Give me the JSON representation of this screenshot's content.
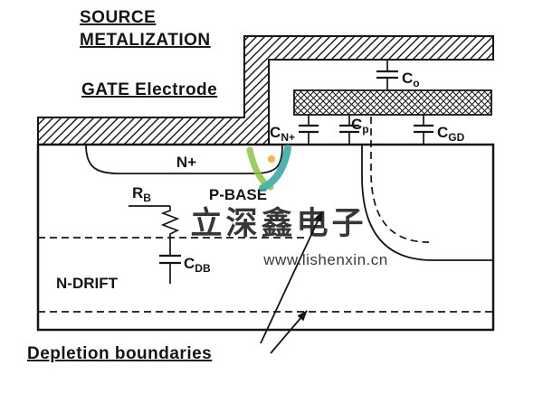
{
  "labels": {
    "source_line1": "SOURCE",
    "source_line2": "METALIZATION",
    "gate_electrode": "GATE Electrode",
    "n_plus_region": "N+",
    "p_base_region": "P-BASE",
    "n_drift_region": "N-DRIFT",
    "depletion_boundaries": "Depletion boundaries"
  },
  "components": {
    "rb": {
      "main": "R",
      "sub": "B"
    },
    "co": {
      "main": "C",
      "sub": "o"
    },
    "cn_plus": {
      "main": "C",
      "sub": "N+"
    },
    "cp": {
      "main": "C",
      "sub": "p"
    },
    "cgd": {
      "main": "C",
      "sub": "GD"
    },
    "cdb": {
      "main": "C",
      "sub": "DB"
    }
  },
  "watermark": {
    "text": "立深鑫电子",
    "url": "www.lishenxin.cn",
    "color": "#2fa79e",
    "logo_green": "#8dc63f",
    "logo_teal": "#2fa79e",
    "logo_orange": "#f7a71c"
  },
  "colors": {
    "line": "#151515",
    "background": "#ffffff"
  }
}
